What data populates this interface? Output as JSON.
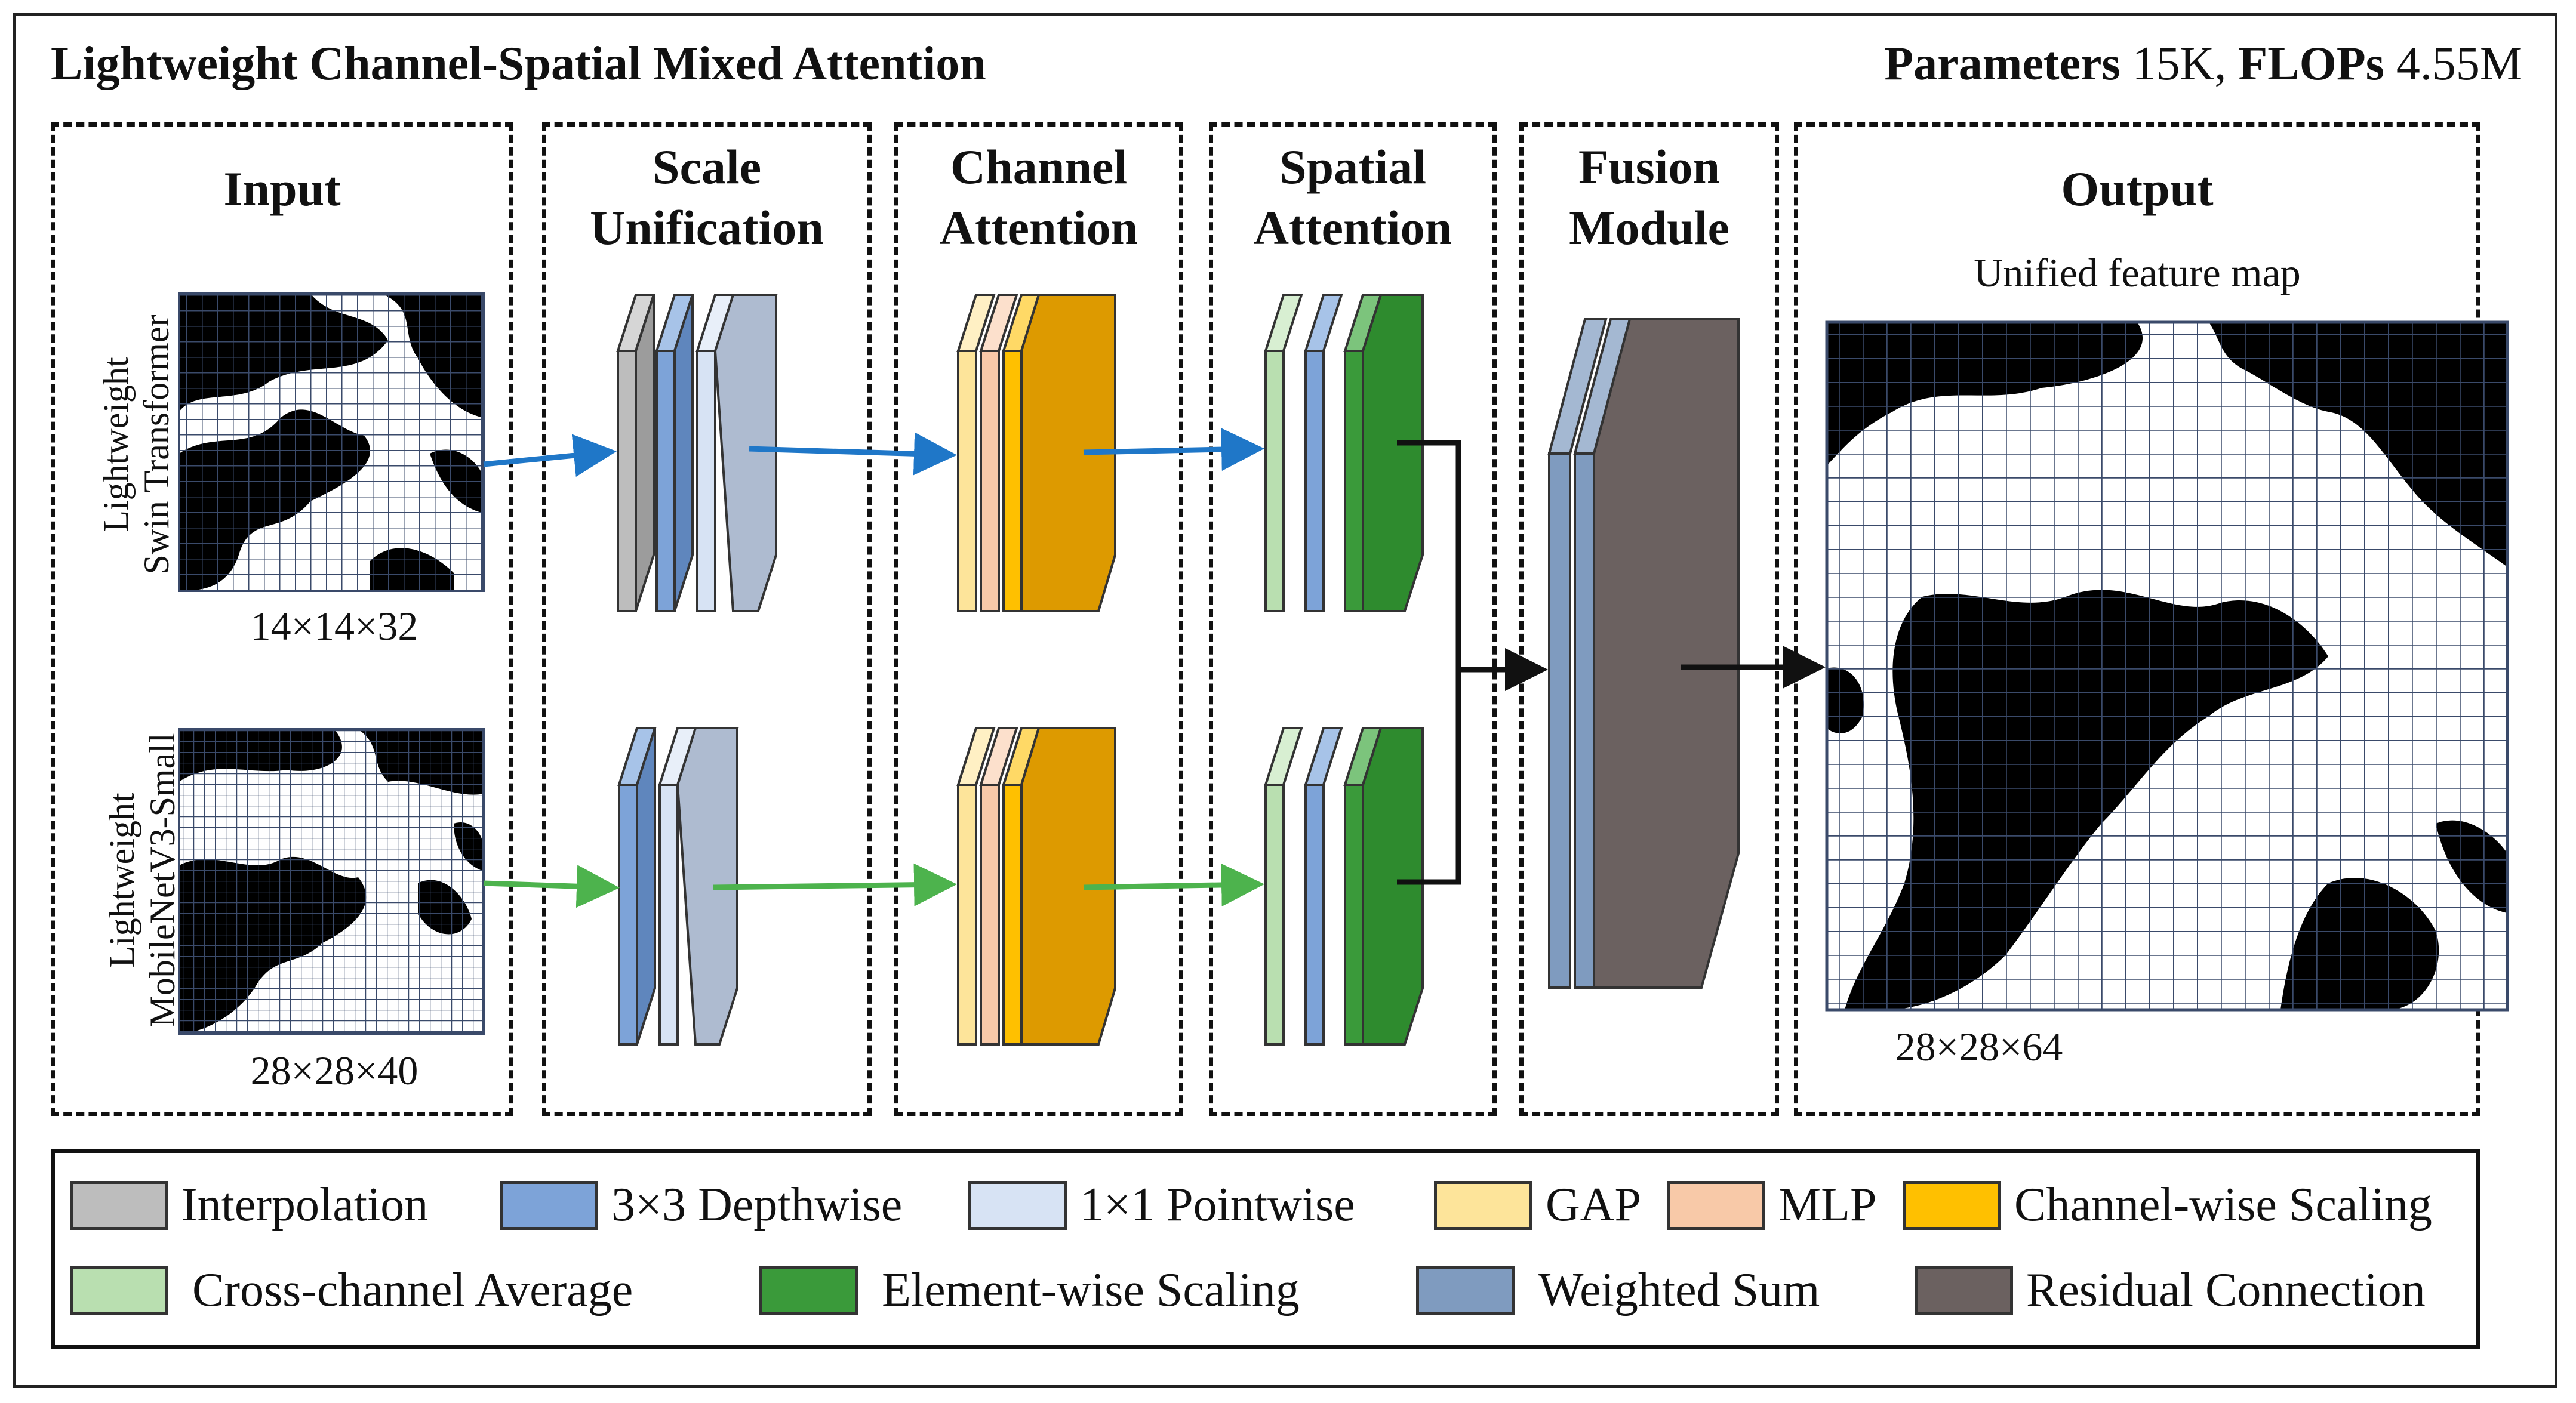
{
  "title": "Lightweight Channel-Spatial Mixed Attention",
  "stats": {
    "params_label": "Parameters",
    "params_value": "15K,",
    "flops_label": "FLOPs",
    "flops_value": "4.55M"
  },
  "panels": {
    "input": "Input",
    "scale_1": "Scale",
    "scale_2": "Unification",
    "channel_1": "Channel",
    "channel_2": "Attention",
    "spatial_1": "Spatial",
    "spatial_2": "Attention",
    "fusion_1": "Fusion",
    "fusion_2": "Module",
    "output": "Output"
  },
  "inputs": {
    "top_label_1": "Lightweight",
    "top_label_2": "Swin Transformer",
    "top_dims": "14×14×32",
    "bottom_label_1": "Lightweight",
    "bottom_label_2": "MobileNetV3-Small",
    "bottom_dims": "28×28×40"
  },
  "output": {
    "caption": "Unified feature map",
    "dims": "28×28×64"
  },
  "colors": {
    "interpolation": "#bdbdbd",
    "depthwise": "#7da3d8",
    "pointwise": "#d7e3f4",
    "gap": "#fde49a",
    "mlp": "#f8c9a8",
    "channel_scaling": "#ffc000",
    "cross_channel_avg": "#b9dfb0",
    "element_scaling": "#3a9a3a",
    "weighted_sum": "#7f9bbf",
    "residual": "#6b6160",
    "blue_arrow": "#1f77c8",
    "green_arrow": "#4db34d"
  },
  "legend": [
    {
      "label": "Interpolation",
      "color": "#bdbdbd"
    },
    {
      "label": "3×3 Depthwise",
      "color": "#7da3d8"
    },
    {
      "label": "1×1 Pointwise",
      "color": "#d7e3f4"
    },
    {
      "label": "GAP",
      "color": "#fde49a"
    },
    {
      "label": "MLP",
      "color": "#f8c9a8"
    },
    {
      "label": "Channel-wise Scaling",
      "color": "#ffc000"
    },
    {
      "label": "Cross-channel Average",
      "color": "#b9dfb0"
    },
    {
      "label": "Element-wise Scaling",
      "color": "#3a9a3a"
    },
    {
      "label": "Weighted Sum",
      "color": "#7f9bbf"
    },
    {
      "label": "Residual Connection",
      "color": "#6b6160"
    }
  ]
}
